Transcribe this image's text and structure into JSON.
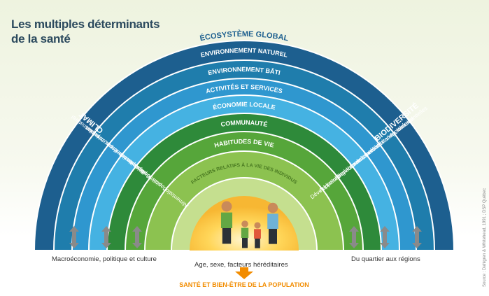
{
  "title_lines": [
    "Les multiples déterminants",
    "de la santé"
  ],
  "outer_labels": {
    "top": "ÉCOSYSTÈME GLOBAL",
    "left": "CLIMAT",
    "right": "BIODIVERSITÉ"
  },
  "bands": [
    {
      "name": "ENVIRONNEMENT NATUREL",
      "color": "#1f7dac",
      "left_label": "Habitat naturel",
      "right_label": "Air, eau, sol"
    },
    {
      "name": "ENVIRONNEMENT BÂTI",
      "color": "#2f97cf",
      "left_label": "Espaces publics",
      "right_label": "Infrastructures de transport/résidentielles"
    },
    {
      "name": "ACTIVITÉS ET SERVICES",
      "color": "#45b2e2",
      "left_label": "Travail, commerces, transport",
      "right_label": "Services de santé, habitation, loisirs"
    },
    {
      "name": "ÉCONOMIE LOCALE",
      "color": "#2e8a3a",
      "left_label": "Création de richesses",
      "right_label": "Emploi, investissements"
    },
    {
      "name": "COMMUNAUTÉ",
      "color": "#56a63a",
      "left_label": "Capital social, formation",
      "right_label": "Développement personnel, familial"
    },
    {
      "name": "HABITUDES DE VIE",
      "color": "#8cc250",
      "left_label": "Alimentation, activité physique",
      "right_label": "Addictions"
    },
    {
      "name": "FACTEURS RELATIFS À LA VIE DES INDIVIDUS",
      "color": "#c5df8f",
      "left_label": "",
      "right_label": ""
    }
  ],
  "captions": {
    "left": "Macroéconomie, politique et culture",
    "center": "Age, sexe, facteurs héréditaires",
    "right": "Du quartier aux régions",
    "bottom": "SANTÉ ET BIEN-ÊTRE DE LA POPULATION"
  },
  "source": "Source : Dahlgren & Whitehead, 1991 ; DSP Québec",
  "colors": {
    "outer_band": "#1d5f8f",
    "title": "#2c4a5e",
    "core": "#f7b733",
    "bottom_text": "#f28c00",
    "arrow": "#8a8a8a"
  }
}
